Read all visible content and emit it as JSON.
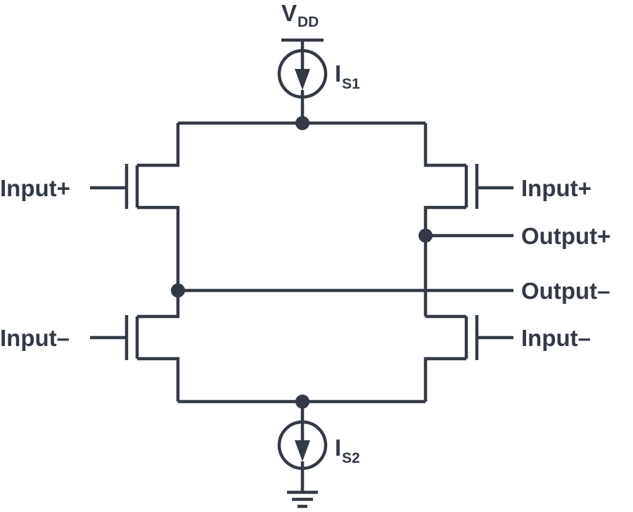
{
  "diagram": {
    "supply": {
      "main": "V",
      "sub": "DD"
    },
    "source_top": {
      "main": "I",
      "sub": "S1"
    },
    "source_bottom": {
      "main": "I",
      "sub": "S2"
    },
    "left_upper_input": "Input+",
    "left_lower_input": "Input–",
    "right_upper_input": "Input+",
    "right_lower_input": "Input–",
    "output_plus": "Output+",
    "output_minus": "Output–"
  },
  "colors": {
    "line": "#333a45",
    "background": "#ffffff"
  }
}
